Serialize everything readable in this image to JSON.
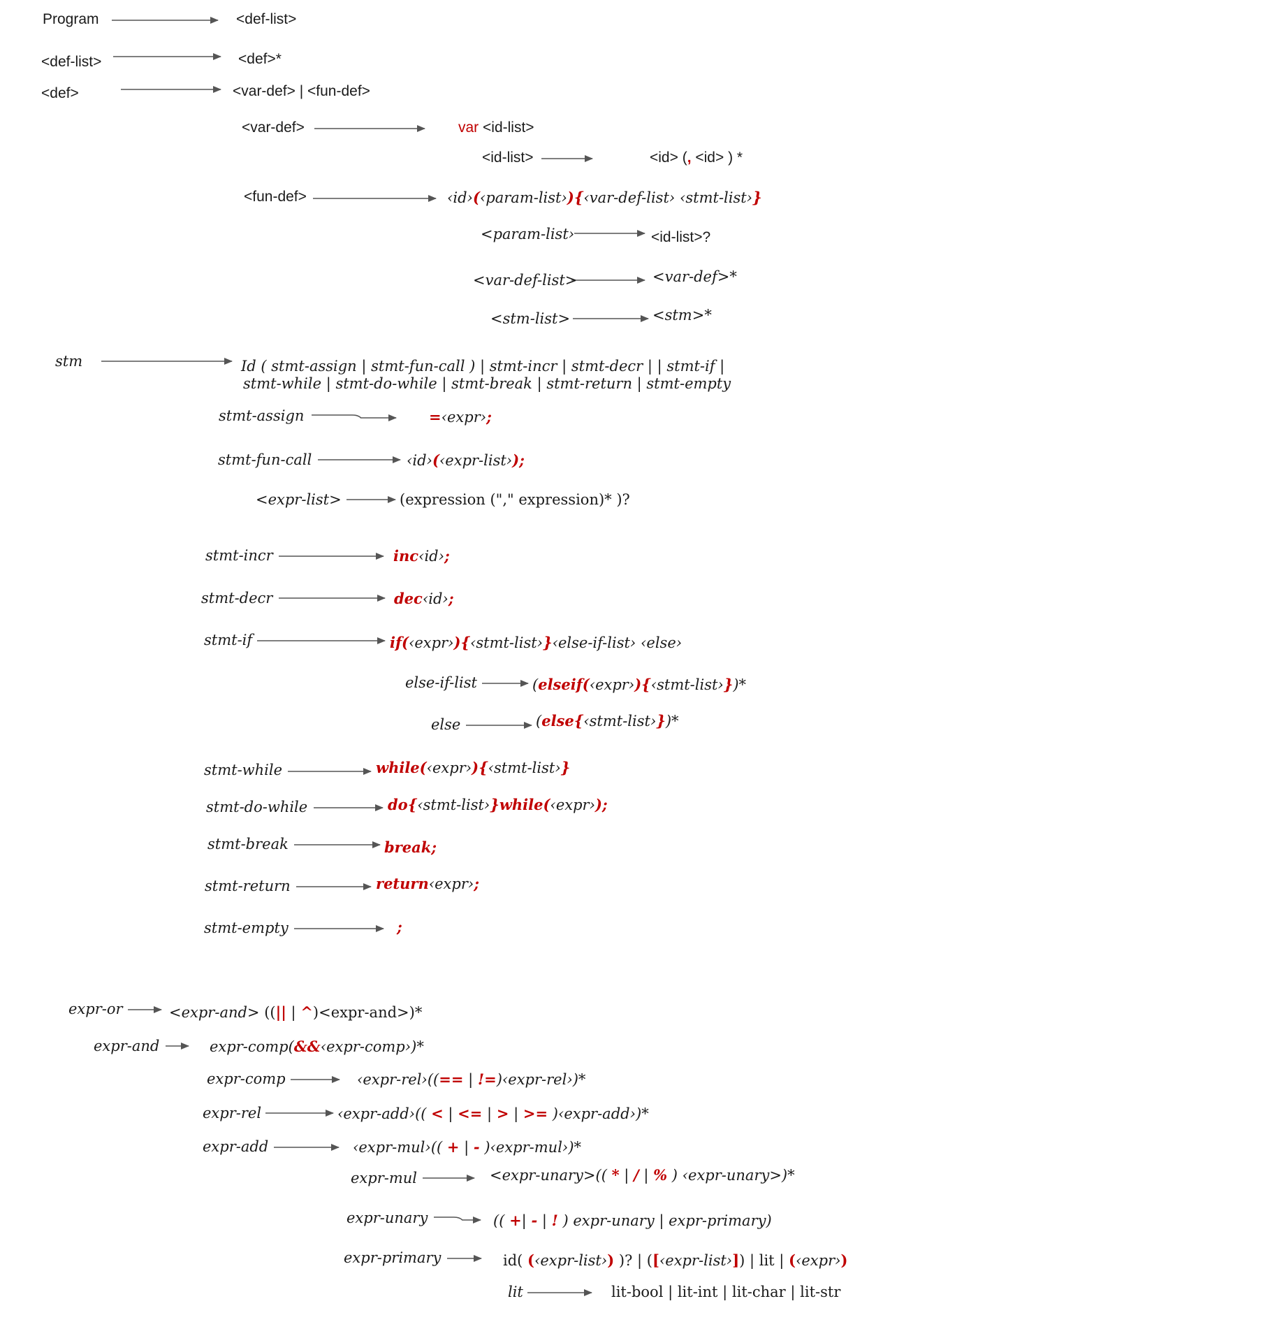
{
  "colors": {
    "text": "#1a1a1a",
    "keyword": "#c00000",
    "arrow": "#555555"
  },
  "rules": [
    {
      "id": "program",
      "lhs": "Program",
      "rhs": [
        {
          "t": "<def-list>"
        }
      ]
    },
    {
      "id": "def-list",
      "lhs": "<def-list>",
      "rhs": [
        {
          "t": "<def>*"
        }
      ]
    },
    {
      "id": "def",
      "lhs": "<def>",
      "rhs": [
        {
          "t": "<var-def> | <fun-def>"
        }
      ]
    },
    {
      "id": "var-def",
      "lhs": "<var-def>",
      "rhs": [
        {
          "t": "var",
          "k": "red"
        },
        {
          "t": " <id-list>"
        }
      ]
    },
    {
      "id": "id-list",
      "lhs": "<id-list>",
      "rhs": [
        {
          "t": "<id>  ("
        },
        {
          "t": ",",
          "k": "kw"
        },
        {
          "t": " <id> ) *"
        }
      ]
    },
    {
      "id": "fun-def",
      "lhs": "<fun-def>",
      "rhs": [
        {
          "t": "‹id›"
        },
        {
          "t": "(",
          "k": "kw"
        },
        {
          "t": "‹param-list›"
        },
        {
          "t": "){",
          "k": "kw"
        },
        {
          "t": "‹var-def-list› ‹stmt-list›"
        },
        {
          "t": "}",
          "k": "kw"
        }
      ]
    },
    {
      "id": "param-list",
      "lhs": "<param-list›",
      "rhs": [
        {
          "t": "<id-list>?"
        }
      ]
    },
    {
      "id": "var-def-list",
      "lhs": "<var-def-list>",
      "rhs": [
        {
          "t": "<var-def>*"
        }
      ]
    },
    {
      "id": "stm-list",
      "lhs": "<stm-list>",
      "rhs": [
        {
          "t": "<stm>*"
        }
      ]
    },
    {
      "id": "stm",
      "lhs": "stm",
      "rhs": [
        {
          "t": "Id ( stmt-assign |  stmt-fun-call ) | stmt-incr | stmt-decr |  | stmt-if |"
        }
      ],
      "rhs2": [
        {
          "t": "stmt-while | stmt-do-while | stmt-break | stmt-return | stmt-empty"
        }
      ]
    },
    {
      "id": "stmt-assign",
      "lhs": "stmt-assign",
      "rhs": [
        {
          "t": "=",
          "k": "kw"
        },
        {
          "t": "‹expr›"
        },
        {
          "t": ";",
          "k": "kw"
        }
      ]
    },
    {
      "id": "stmt-fun-call",
      "lhs": "stmt-fun-call",
      "rhs": [
        {
          "t": "‹id›"
        },
        {
          "t": "(",
          "k": "kw"
        },
        {
          "t": "‹expr-list›"
        },
        {
          "t": ");",
          "k": "kw"
        }
      ]
    },
    {
      "id": "expr-list",
      "lhs": "<expr-list>",
      "rhs": [
        {
          "t": "(expression (\",\" expression)* )?"
        }
      ]
    },
    {
      "id": "stmt-incr",
      "lhs": "stmt-incr",
      "rhs": [
        {
          "t": "inc",
          "k": "kw"
        },
        {
          "t": "‹id›"
        },
        {
          "t": ";",
          "k": "kw"
        }
      ]
    },
    {
      "id": "stmt-decr",
      "lhs": "stmt-decr",
      "rhs": [
        {
          "t": "dec",
          "k": "kw"
        },
        {
          "t": "‹id›"
        },
        {
          "t": ";",
          "k": "kw"
        }
      ]
    },
    {
      "id": "stmt-if",
      "lhs": "stmt-if",
      "rhs": [
        {
          "t": "if(",
          "k": "kw"
        },
        {
          "t": "‹expr›"
        },
        {
          "t": "){",
          "k": "kw"
        },
        {
          "t": "‹stmt-list›"
        },
        {
          "t": "}",
          "k": "kw"
        },
        {
          "t": "‹else-if-list› ‹else›"
        }
      ]
    },
    {
      "id": "else-if-list",
      "lhs": "else-if-list",
      "rhs": [
        {
          "t": "("
        },
        {
          "t": "elseif(",
          "k": "kw"
        },
        {
          "t": "‹expr›"
        },
        {
          "t": "){",
          "k": "kw"
        },
        {
          "t": "‹stmt-list›"
        },
        {
          "t": "}",
          "k": "kw"
        },
        {
          "t": ")*"
        }
      ]
    },
    {
      "id": "else",
      "lhs": "else",
      "rhs": [
        {
          "t": "("
        },
        {
          "t": "else{",
          "k": "kw"
        },
        {
          "t": "‹stmt-list›"
        },
        {
          "t": "}",
          "k": "kw"
        },
        {
          "t": ")*"
        }
      ]
    },
    {
      "id": "stmt-while",
      "lhs": "stmt-while",
      "rhs": [
        {
          "t": "while(",
          "k": "kw"
        },
        {
          "t": "‹expr›"
        },
        {
          "t": "){",
          "k": "kw"
        },
        {
          "t": "‹stmt-list›"
        },
        {
          "t": "}",
          "k": "kw"
        }
      ]
    },
    {
      "id": "stmt-do-while",
      "lhs": "stmt-do-while",
      "rhs": [
        {
          "t": "do{",
          "k": "kw"
        },
        {
          "t": "‹stmt-list›"
        },
        {
          "t": "}while(",
          "k": "kw"
        },
        {
          "t": "‹expr›"
        },
        {
          "t": ");",
          "k": "kw"
        }
      ]
    },
    {
      "id": "stmt-break",
      "lhs": "stmt-break",
      "rhs": [
        {
          "t": "break;",
          "k": "kw"
        }
      ]
    },
    {
      "id": "stmt-return",
      "lhs": "stmt-return",
      "rhs": [
        {
          "t": "return",
          "k": "kw"
        },
        {
          "t": "‹expr›"
        },
        {
          "t": ";",
          "k": "kw"
        }
      ]
    },
    {
      "id": "stmt-empty",
      "lhs": "stmt-empty",
      "rhs": [
        {
          "t": ";",
          "k": "kw"
        }
      ]
    },
    {
      "id": "expr-or",
      "lhs": "expr-or",
      "rhs": [
        {
          "t": "<expr-and>"
        },
        {
          "t": " (("
        },
        {
          "t": "||",
          "k": "kw"
        },
        {
          "t": " | "
        },
        {
          "t": "^",
          "k": "kw"
        },
        {
          "t": ")<expr-and>)*"
        }
      ]
    },
    {
      "id": "expr-and",
      "lhs": "expr-and",
      "rhs": [
        {
          "t": "expr-comp("
        },
        {
          "t": "&&",
          "k": "kw"
        },
        {
          "t": "‹expr-comp›)*"
        }
      ]
    },
    {
      "id": "expr-comp",
      "lhs": "expr-comp",
      "rhs": [
        {
          "t": "‹expr-rel›"
        },
        {
          "t": "(("
        },
        {
          "t": "==",
          "k": "kw"
        },
        {
          "t": " | "
        },
        {
          "t": "!=",
          "k": "kw"
        },
        {
          "t": ")"
        },
        {
          "t": "‹expr-rel›"
        },
        {
          "t": ")*"
        }
      ]
    },
    {
      "id": "expr-rel",
      "lhs": "expr-rel",
      "rhs": [
        {
          "t": "‹expr-add›"
        },
        {
          "t": "(( "
        },
        {
          "t": "<",
          "k": "kw"
        },
        {
          "t": " | "
        },
        {
          "t": "<=",
          "k": "kw"
        },
        {
          "t": " | "
        },
        {
          "t": ">",
          "k": "kw"
        },
        {
          "t": "  | "
        },
        {
          "t": ">=",
          "k": "kw"
        },
        {
          "t": " )"
        },
        {
          "t": "‹expr-add›"
        },
        {
          "t": ")*"
        }
      ]
    },
    {
      "id": "expr-add",
      "lhs": "expr-add",
      "rhs": [
        {
          "t": "‹expr-mul›"
        },
        {
          "t": "(( "
        },
        {
          "t": "+",
          "k": "kw"
        },
        {
          "t": " | "
        },
        {
          "t": "-",
          "k": "kw"
        },
        {
          "t": "  )"
        },
        {
          "t": "‹expr-mul›"
        },
        {
          "t": ")*"
        }
      ]
    },
    {
      "id": "expr-mul",
      "lhs": "expr-mul",
      "rhs": [
        {
          "t": "<expr-unary>(( "
        },
        {
          "t": "*",
          "k": "kw"
        },
        {
          "t": " | "
        },
        {
          "t": "/",
          "k": "kw"
        },
        {
          "t": " | "
        },
        {
          "t": "%",
          "k": "kw"
        },
        {
          "t": "  ) ‹expr-unary>)*"
        }
      ]
    },
    {
      "id": "expr-unary",
      "lhs": "expr-unary",
      "rhs": [
        {
          "t": "(( "
        },
        {
          "t": "+",
          "k": "kw"
        },
        {
          "t": "| "
        },
        {
          "t": "-",
          "k": "kw"
        },
        {
          "t": " | "
        },
        {
          "t": "!",
          "k": "kw"
        },
        {
          "t": "  )  expr-unary | expr-primary)"
        }
      ]
    },
    {
      "id": "expr-primary",
      "lhs": "expr-primary",
      "rhs": [
        {
          "t": "id(  "
        },
        {
          "t": "(",
          "k": "kw"
        },
        {
          "t": "‹expr-list›"
        },
        {
          "t": ")",
          "k": "kw"
        },
        {
          "t": " )? | ("
        },
        {
          "t": "[",
          "k": "kw"
        },
        {
          "t": "‹expr-list›"
        },
        {
          "t": "]",
          "k": "kw"
        },
        {
          "t": ")  | lit | "
        },
        {
          "t": "(",
          "k": "kw"
        },
        {
          "t": "‹expr›"
        },
        {
          "t": ")",
          "k": "kw"
        }
      ]
    },
    {
      "id": "lit",
      "lhs": "lit",
      "rhs": [
        {
          "t": "lit-bool | lit-int | lit-char  | lit-str"
        }
      ]
    }
  ]
}
